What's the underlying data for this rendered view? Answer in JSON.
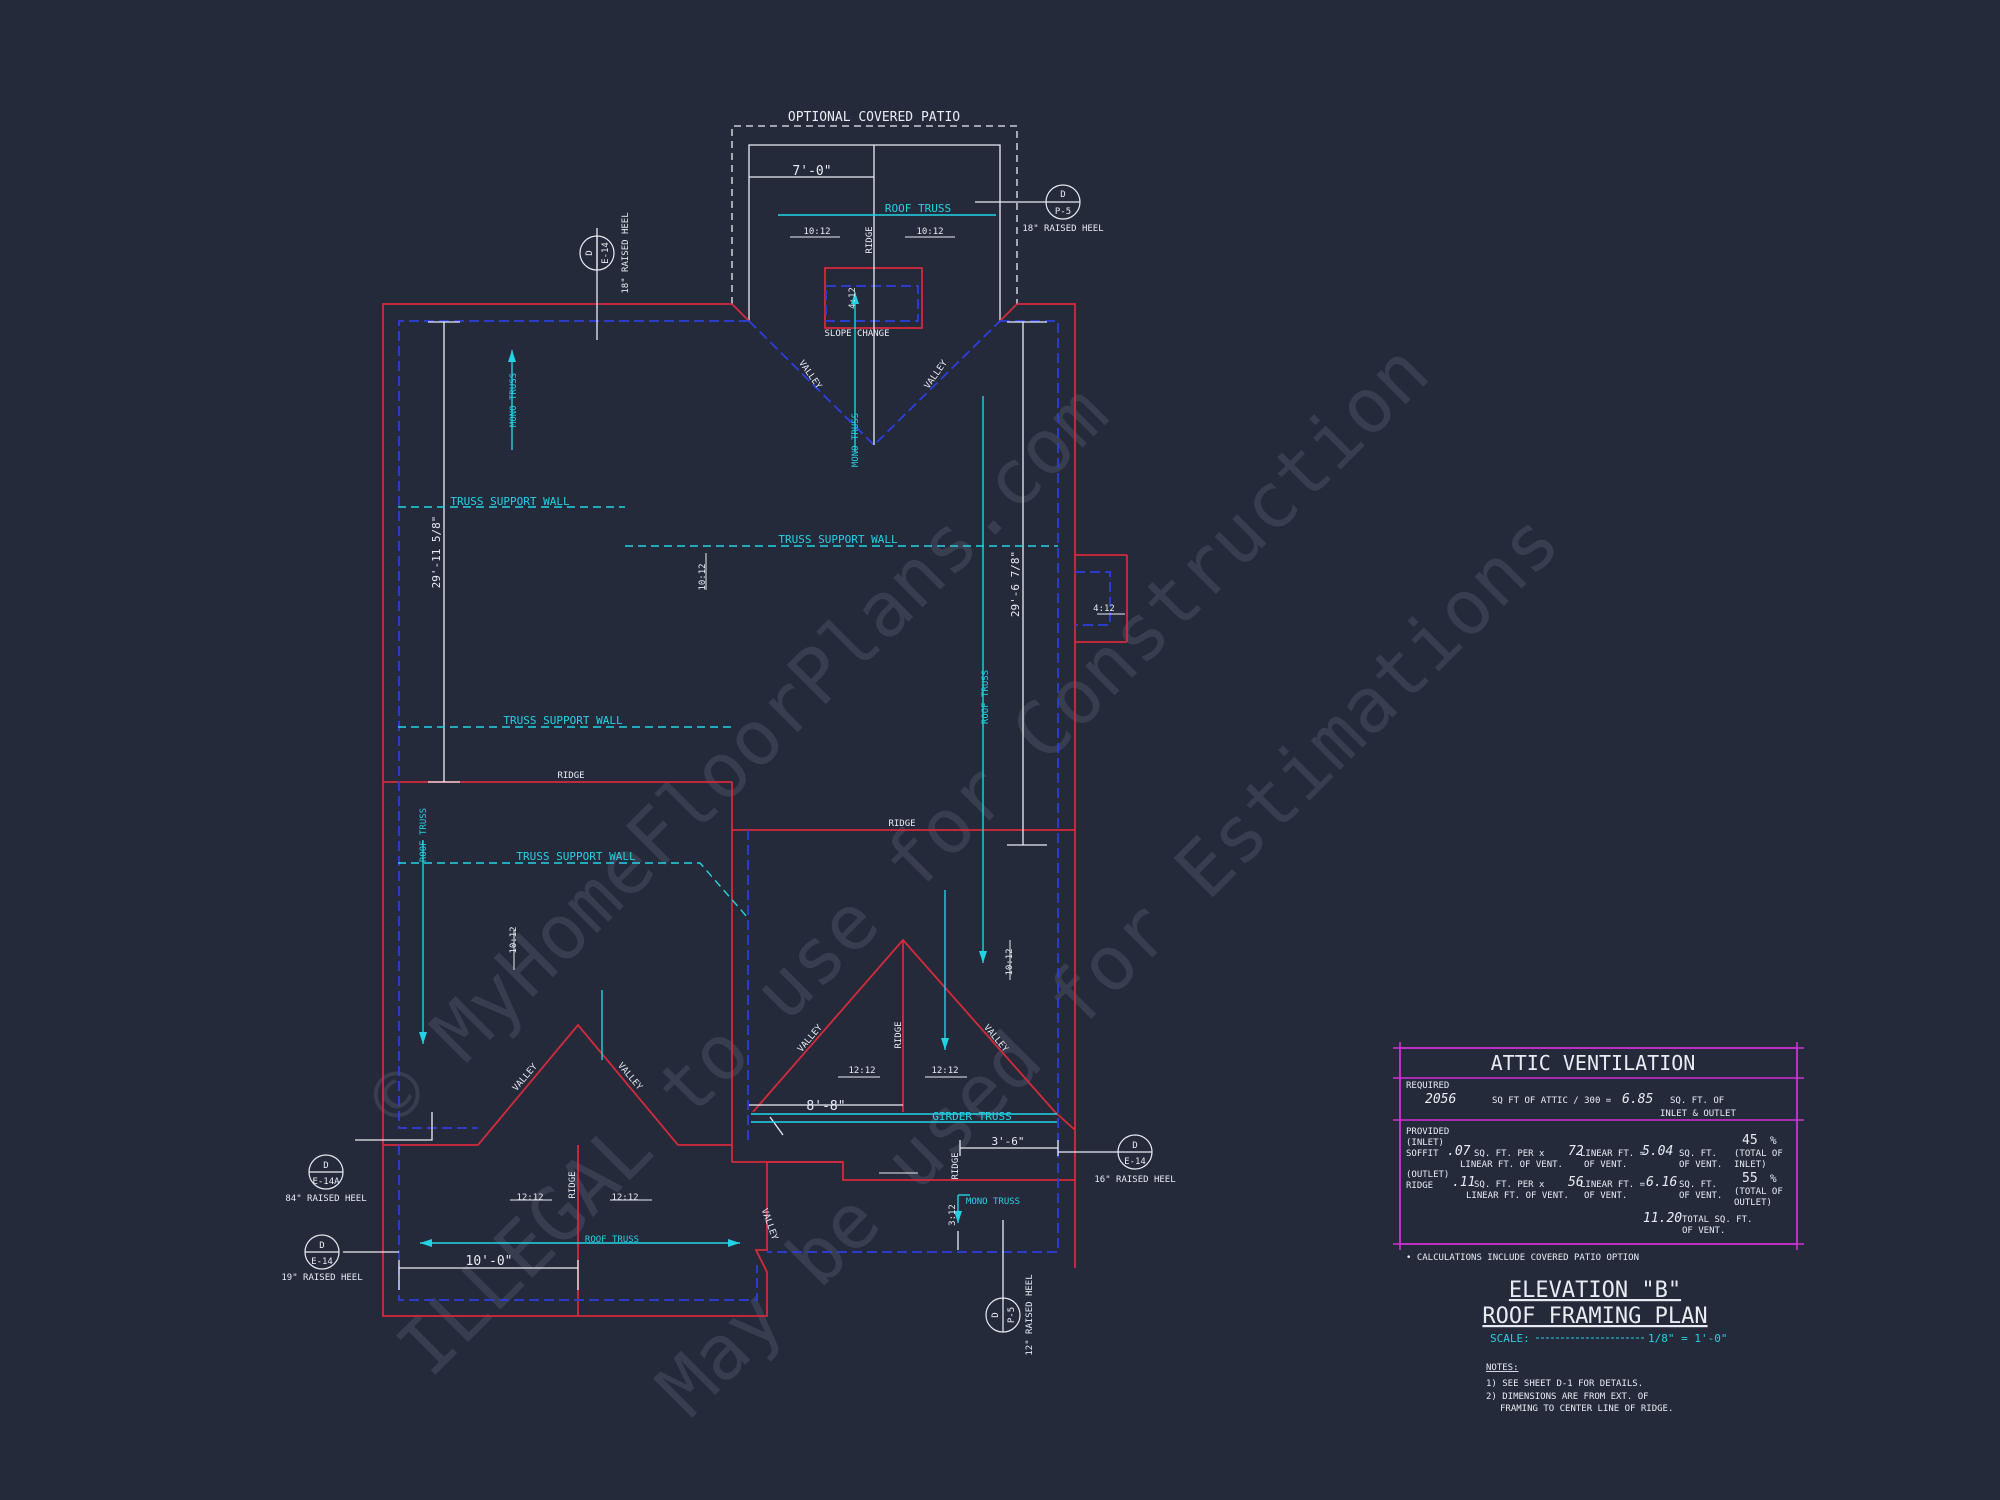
{
  "watermark": {
    "line1": "© MyHomeFloorPlans.com",
    "line2": "ILLEGAL to use for Construction",
    "line3": "May be used for Estimations"
  },
  "colors": {
    "background": "#252a3b",
    "wall": "#d42a3a",
    "framing_line": "#2a3fe0",
    "truss": "#22d3e6",
    "text": "#e8ecf2",
    "table_border": "#d030d6"
  },
  "plan": {
    "patio_label": "OPTIONAL COVERED PATIO",
    "dims": {
      "patio_7": "7'-0\"",
      "left_29": "29'-11 5/8\"",
      "right_29": "29'-6 7/8\"",
      "gable_8": "8'-8\"",
      "dim_3_6": "3'-6\"",
      "bottom_10": "10'-0\""
    },
    "labels": {
      "roof_truss": "ROOF TRUSS",
      "mono_truss": "MONO TRUSS",
      "truss_support_wall": "TRUSS SUPPORT WALL",
      "ridge": "RIDGE",
      "valley": "VALLEY",
      "slope_change": "SLOPE CHANGE",
      "girder_truss": "GIRDER TRUSS",
      "pitch_10_12": "10:12",
      "pitch_12_12": "12:12",
      "pitch_4_12": "4:12",
      "pitch_3_12": "3:12"
    },
    "callouts": {
      "top_left": {
        "letter": "D",
        "sheet": "E-14",
        "note": "18\" RAISED HEEL"
      },
      "top_right": {
        "letter": "D",
        "sheet": "P-5",
        "note": "18\" RAISED HEEL"
      },
      "left_a": {
        "letter": "D",
        "sheet": "E-14A",
        "note": "84\" RAISED HEEL"
      },
      "left_b": {
        "letter": "D",
        "sheet": "E-14",
        "note": "19\" RAISED HEEL"
      },
      "right": {
        "letter": "D",
        "sheet": "E-14",
        "note": "16\" RAISED HEEL"
      },
      "bottom": {
        "letter": "D",
        "sheet": "P-5",
        "note": "12\" RAISED HEEL"
      }
    }
  },
  "ventilation": {
    "title": "ATTIC VENTILATION",
    "required_label": "REQUIRED",
    "required_attic": "2056",
    "required_text": "SQ FT OF ATTIC / 300 =",
    "required_result": "6.85",
    "required_unit": "SQ. FT. OF",
    "required_unit2": "INLET & OUTLET",
    "provided_label": "PROVIDED",
    "inlet_label": "(INLET)",
    "soffit_label": "SOFFIT",
    "soffit_per": ".07",
    "soffit_lf": "72",
    "soffit_result": "5.04",
    "soffit_pct": "45",
    "outlet_label": "(OUTLET)",
    "ridge_label": "RIDGE",
    "ridge_per": ".11",
    "ridge_lf": "56",
    "ridge_result": "6.16",
    "ridge_pct": "55",
    "per_text": "SQ. FT. PER x",
    "per_text2": "LINEAR FT. OF VENT.",
    "lf_text": "LINEAR FT. =",
    "lf_text2": "OF VENT.",
    "sqft_text": "SQ. FT.",
    "sqft_text2": "OF VENT.",
    "pct_sign": "%",
    "total_inlet": "(TOTAL OF",
    "total_inlet2": "INLET)",
    "total_outlet": "(TOTAL OF",
    "total_outlet2": "OUTLET)",
    "total_value": "11.20",
    "total_text": "TOTAL SQ. FT.",
    "total_text2": "OF VENT.",
    "footnote": "• CALCULATIONS INCLUDE COVERED PATIO OPTION"
  },
  "title_block": {
    "line1": "ELEVATION \"B\"",
    "line2": "ROOF FRAMING PLAN",
    "scale_label": "SCALE:",
    "scale_value": "1/8\" = 1'-0\""
  },
  "notes": {
    "heading": "NOTES:",
    "n1": "1)  SEE SHEET D-1 FOR DETAILS.",
    "n2": "2)  DIMENSIONS ARE FROM EXT. OF",
    "n2b": "FRAMING TO CENTER LINE OF RIDGE."
  }
}
